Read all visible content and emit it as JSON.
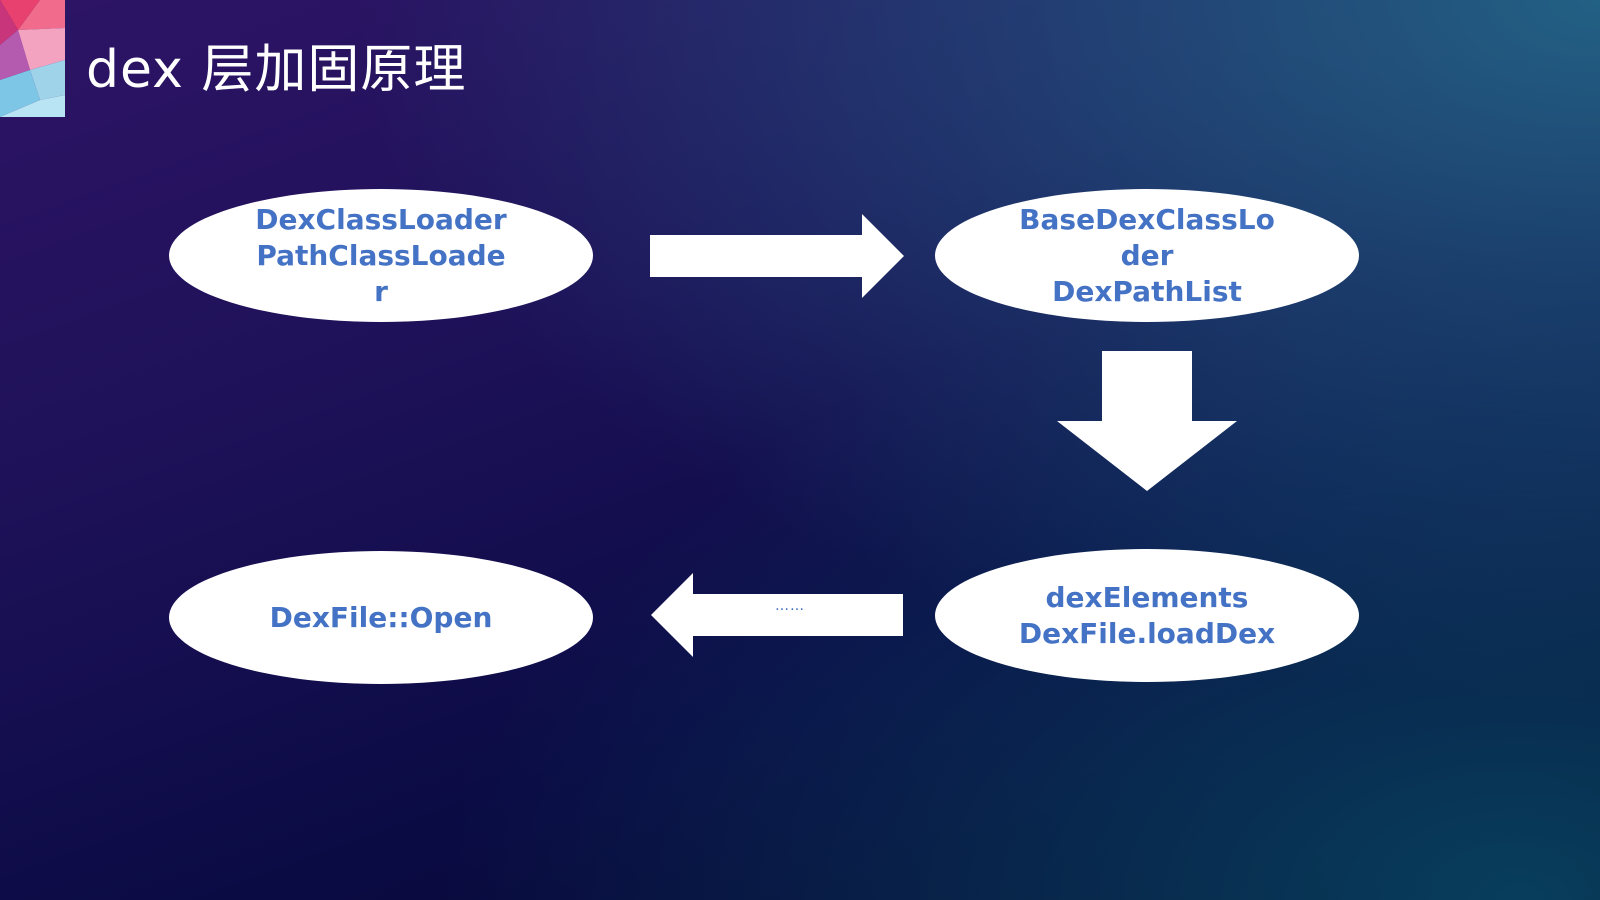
{
  "slide": {
    "title": "dex 层加固原理"
  },
  "diagram": {
    "nodes": [
      {
        "id": "n1",
        "label": "DexClassLoader\nPathClassLoade\nr"
      },
      {
        "id": "n2",
        "label": "BaseDexClassLo\nder\nDexPathList"
      },
      {
        "id": "n3",
        "label": "dexElements\nDexFile.loadDex"
      },
      {
        "id": "n4",
        "label": "DexFile::Open"
      }
    ],
    "edges": [
      {
        "from": "n1",
        "to": "n2",
        "label": ""
      },
      {
        "from": "n2",
        "to": "n3",
        "label": ""
      },
      {
        "from": "n3",
        "to": "n4",
        "label": "……"
      }
    ]
  },
  "colors": {
    "node_fill": "#ffffff",
    "node_text": "#4472c4",
    "arrow_fill": "#ffffff",
    "title_text": "#ffffff"
  }
}
